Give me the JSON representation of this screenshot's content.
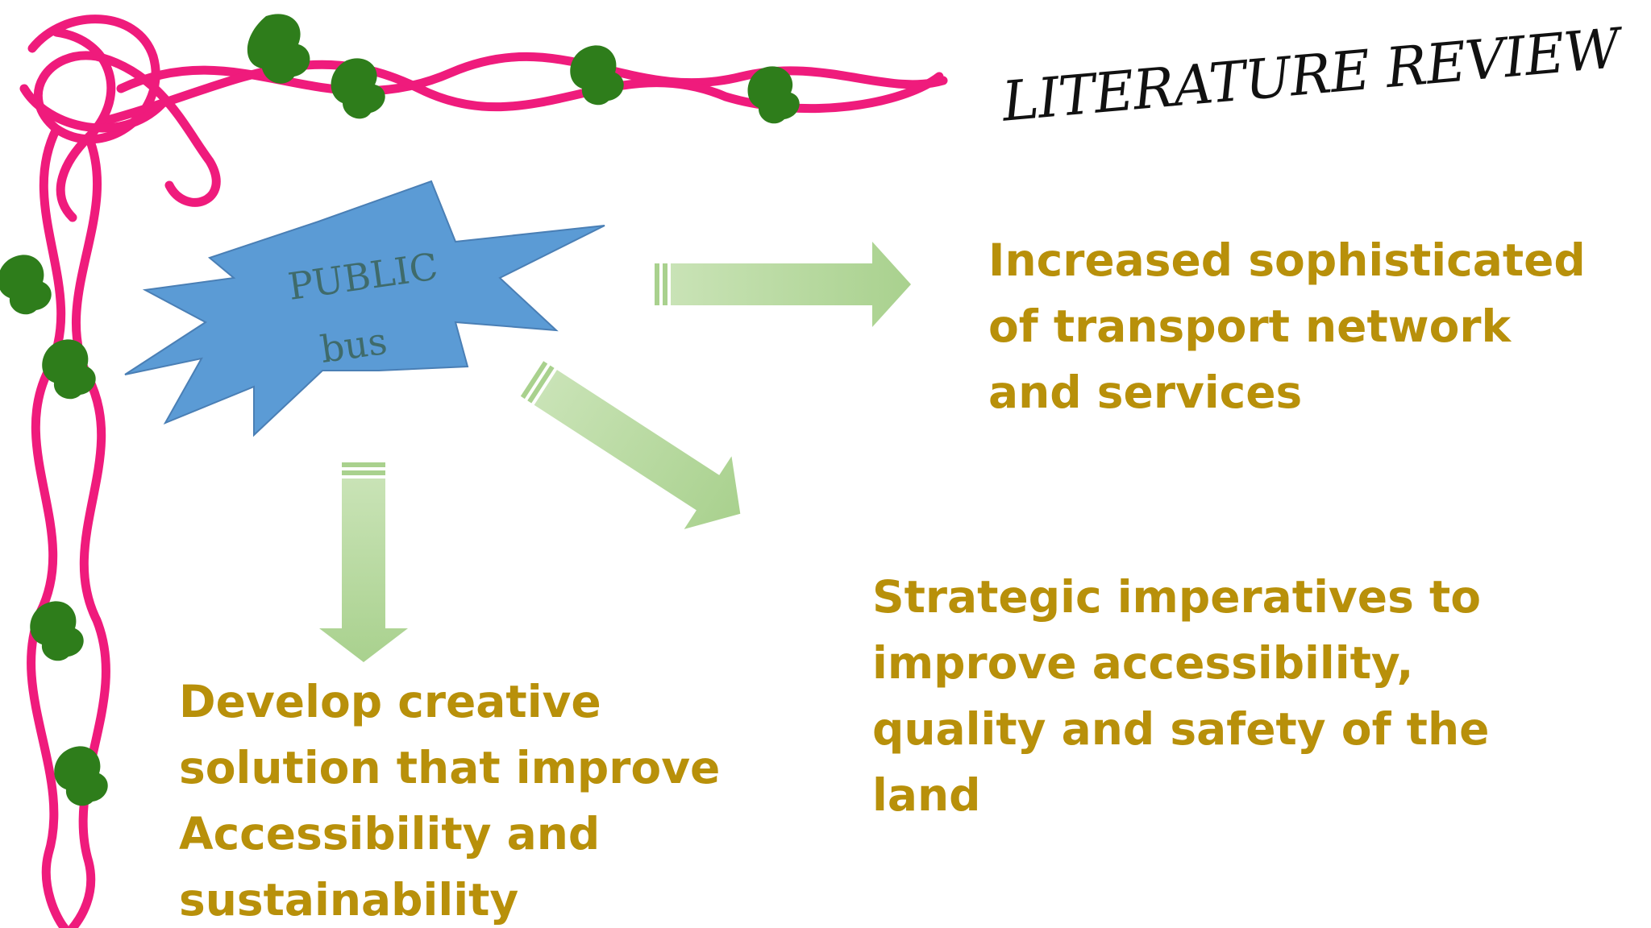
{
  "title": "LITERATURE REVIEW",
  "burst": {
    "line1": "PUBLIC",
    "line2": "bus"
  },
  "blocks": {
    "network": [
      "Increased sophisticated",
      "of transport network",
      "and services"
    ],
    "strategic": [
      "Strategic imperatives to",
      "improve accessibility,",
      "quality and safety of the",
      "land"
    ],
    "develop": [
      "Develop creative",
      "solution that improve",
      "Accessibility and",
      "sustainability"
    ]
  },
  "colors": {
    "accent_text": "#b8900a",
    "burst_fill": "#5b9bd5",
    "arrow_fill": "#a9d18e",
    "vine": "#ef1b7c",
    "leaf": "#2e7d1b"
  }
}
